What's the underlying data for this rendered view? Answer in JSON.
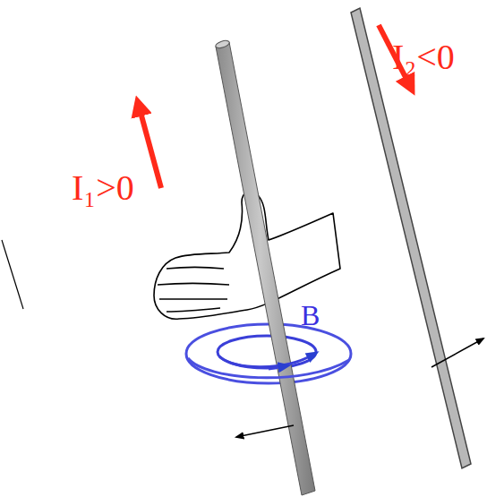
{
  "diagram": {
    "labels": [
      "I₂<0",
      "I₁>0",
      "B"
    ]
  }
}
